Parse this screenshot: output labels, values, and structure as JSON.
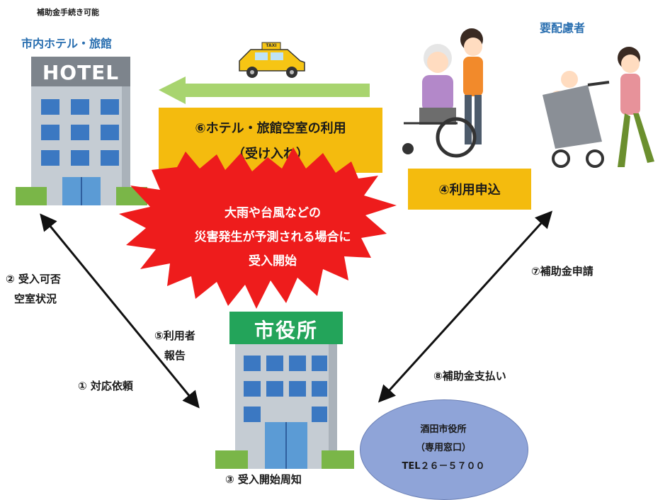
{
  "hotel": {
    "note": "補助金手続き可能",
    "title": "市内ホテル・旅館",
    "sign": "HOTEL"
  },
  "people": {
    "title": "要配慮者"
  },
  "taxi": {
    "sign": "TAXI"
  },
  "step6": {
    "line1": "⑥ホテル・旅館空室の利用",
    "line2": "（受け入れ）"
  },
  "step4": {
    "label": "④利用申込"
  },
  "burst": {
    "line1": "大雨や台風などの",
    "line2": "災害発生が予測される場合に",
    "line3": "受入開始"
  },
  "step2": {
    "line1": "② 受入可否",
    "line2": "空室状況"
  },
  "step5": {
    "line1": "⑤利用者",
    "line2": "報告"
  },
  "step1": {
    "label": "① 対応依頼"
  },
  "step7": {
    "label": "⑦補助金申請"
  },
  "step8": {
    "label": "⑧補助金支払い"
  },
  "step3": {
    "label": "③ 受入開始周知"
  },
  "cityhall": {
    "sign": "市役所"
  },
  "contact": {
    "line1": "酒田市役所",
    "line2": "（専用窓口）",
    "line3": "TEL２６－５７００"
  },
  "colors": {
    "yellow": "#f4bb0e",
    "red": "#ee1c1c",
    "green": "#a8d46f",
    "ellipse": "#8fa4d8"
  }
}
